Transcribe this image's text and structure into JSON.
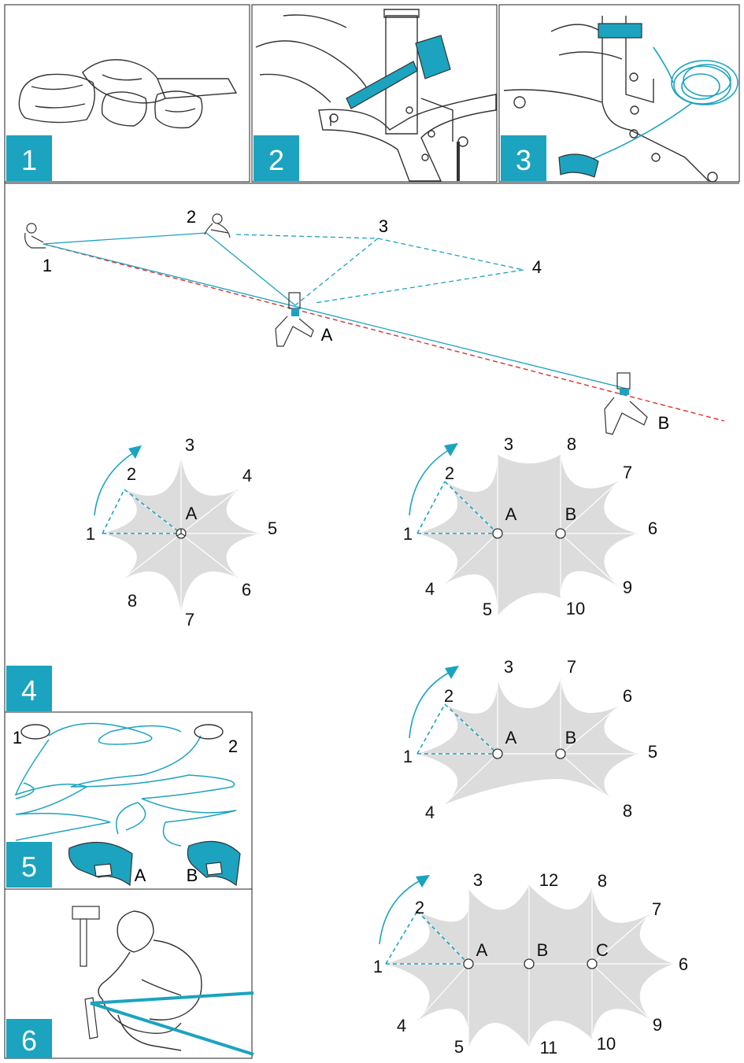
{
  "colors": {
    "accent": "#1ba3bf",
    "marker_red": "#d8322d",
    "membrane": "#dcdcdc",
    "line": "#222222"
  },
  "steps": {
    "s1": "1",
    "s2": "2",
    "s3": "3",
    "s4": "4",
    "s5": "5",
    "s6": "6"
  },
  "layout_plan": {
    "person_1": "1",
    "person_2": "2",
    "point_3": "3",
    "point_4": "4",
    "base_a": "A",
    "base_b": "B"
  },
  "diagram_1": {
    "labels": [
      "1",
      "2",
      "3",
      "4",
      "5",
      "6",
      "7",
      "8"
    ],
    "center": "A"
  },
  "diagram_2": {
    "labels": [
      "1",
      "2",
      "3",
      "4",
      "5",
      "6",
      "7",
      "8",
      "9",
      "10"
    ],
    "centers": [
      "A",
      "B"
    ]
  },
  "diagram_3": {
    "labels": [
      "1",
      "2",
      "3",
      "4",
      "5",
      "6",
      "7",
      "8"
    ],
    "centers": [
      "A",
      "B"
    ]
  },
  "diagram_4": {
    "labels": [
      "1",
      "2",
      "3",
      "4",
      "5",
      "6",
      "7",
      "8",
      "9",
      "10",
      "11",
      "12"
    ],
    "centers": [
      "A",
      "B",
      "C"
    ]
  },
  "rope_panel": {
    "end_1": "1",
    "end_2": "2",
    "strap_a": "A",
    "strap_b": "B"
  },
  "icons": [
    "tent-bags-icon",
    "hammer-icon",
    "rope-coil-icon",
    "strap-icon",
    "person-icon",
    "pole-base-icon",
    "stake-icon"
  ]
}
